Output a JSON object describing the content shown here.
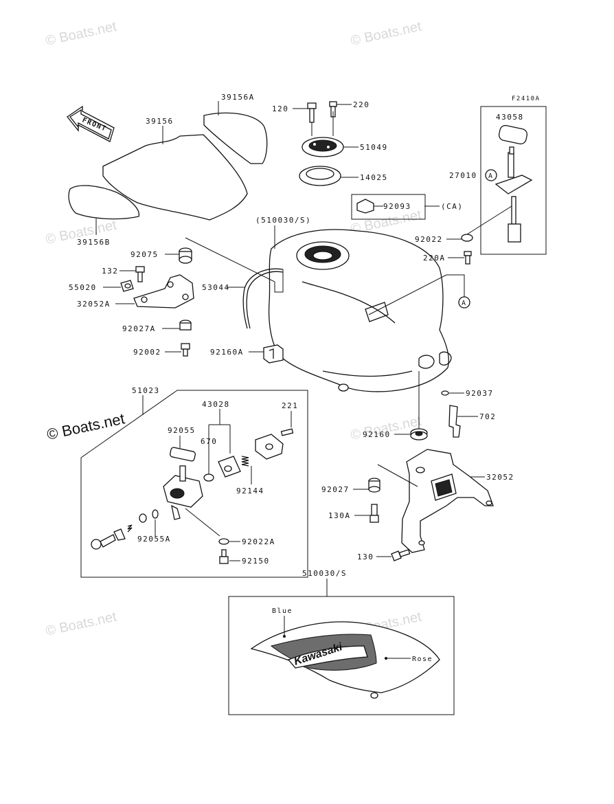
{
  "diagram_code": "F2410A",
  "front_label": "FRONT",
  "logo_text": "Kawasaki",
  "watermarks": [
    "© Boats.net",
    "© Boats.net",
    "© Boats.net",
    "© Boats.net",
    "© Boats.net",
    "© Boats.net",
    "© Boats.net",
    "© Boats.net"
  ],
  "main_watermark": "© Boats.net",
  "parts": {
    "p39156A": "39156A",
    "p39156": "39156",
    "p39156B": "39156B",
    "p120": "120",
    "p220": "220",
    "p51049": "51049",
    "p14025": "14025",
    "p43058": "43058",
    "p27010": "27010",
    "p92093": "92093",
    "pCA": "(CA)",
    "p510030S_top": "(510030/S)",
    "p92022": "92022",
    "p220A": "220A",
    "p92075": "92075",
    "p132": "132",
    "p55020": "55020",
    "p53044": "53044",
    "p32052A": "32052A",
    "p92027A": "92027A",
    "p92002": "92002",
    "p92160A": "92160A",
    "p51023": "51023",
    "p43028": "43028",
    "p221": "221",
    "p92055": "92055",
    "p670": "670",
    "p92144": "92144",
    "p92055A": "92055A",
    "p92022A": "92022A",
    "p92150": "92150",
    "p92037": "92037",
    "p702": "702",
    "p92160": "92160",
    "p32052": "32052",
    "p92027": "92027",
    "p130A": "130A",
    "p130": "130",
    "p510030S": "510030/S",
    "blue": "Blue",
    "rose": "Rose",
    "calloutA1": "A",
    "calloutA2": "A"
  }
}
